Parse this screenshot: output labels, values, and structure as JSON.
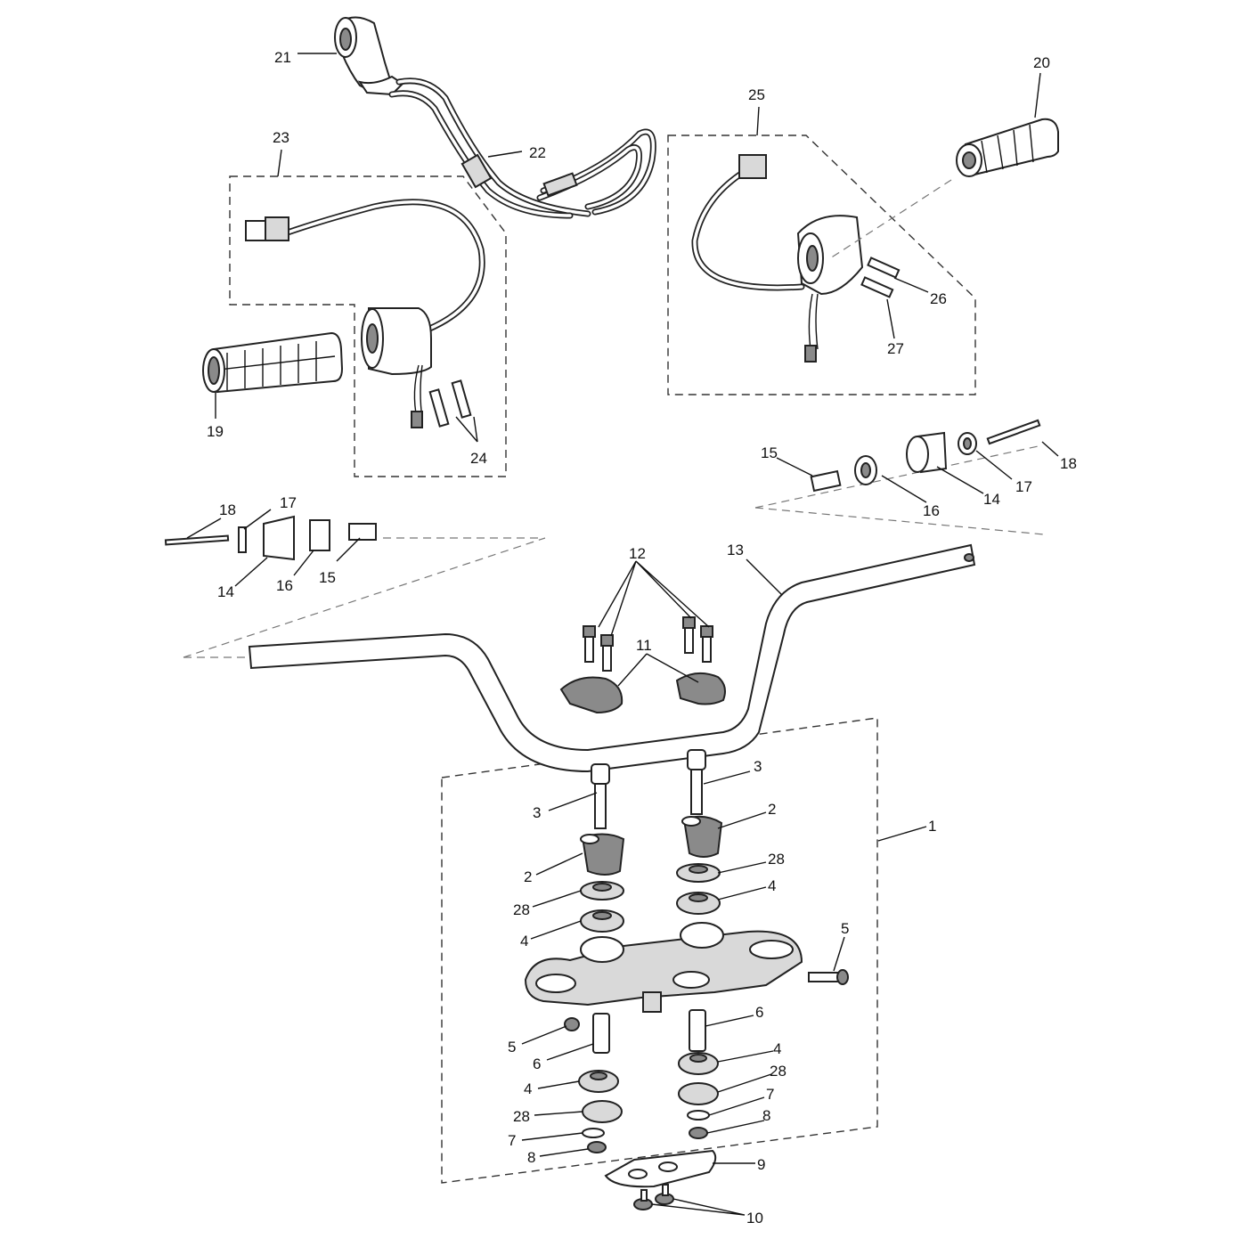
{
  "callouts": {
    "c1": "1",
    "c2a": "2",
    "c2b": "2",
    "c3a": "3",
    "c3b": "3",
    "c4a": "4",
    "c4b": "4",
    "c4c": "4",
    "c4d": "4",
    "c5a": "5",
    "c5b": "5",
    "c6a": "6",
    "c6b": "6",
    "c7a": "7",
    "c7b": "7",
    "c8a": "8",
    "c8b": "8",
    "c9": "9",
    "c10": "10",
    "c11": "11",
    "c12": "12",
    "c13": "13",
    "c14a": "14",
    "c14b": "14",
    "c15a": "15",
    "c15b": "15",
    "c16a": "16",
    "c16b": "16",
    "c17a": "17",
    "c17b": "17",
    "c18a": "18",
    "c18b": "18",
    "c19": "19",
    "c20": "20",
    "c21": "21",
    "c22": "22",
    "c23": "23",
    "c24": "24",
    "c25": "25",
    "c26": "26",
    "c27": "27",
    "c28a": "28",
    "c28b": "28",
    "c28c": "28",
    "c28d": "28"
  },
  "colors": {
    "line": "#222222",
    "shade": "#8a8a8a",
    "background": "#ffffff"
  }
}
